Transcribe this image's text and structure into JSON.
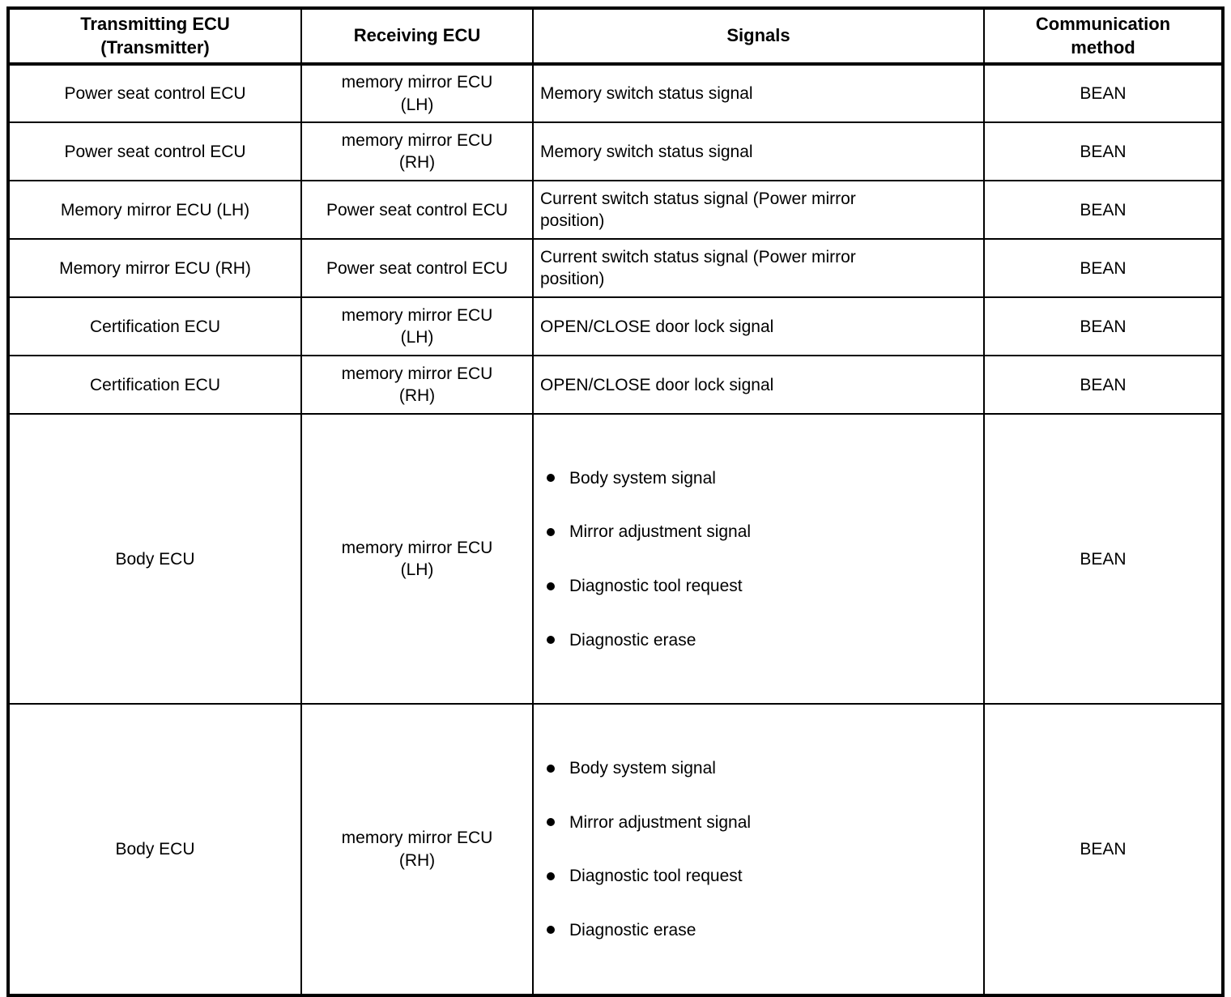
{
  "page": {
    "background": "#ffffff",
    "text_color": "#000000",
    "border_color": "#000000"
  },
  "table": {
    "headers": {
      "transmitting": "Transmitting ECU\n(Transmitter)",
      "receiving": "Receiving ECU",
      "signals": "Signals",
      "method": "Communication\nmethod"
    },
    "rows": [
      {
        "transmitting": "Power seat control ECU",
        "receiving": "memory mirror ECU\n(LH)",
        "signals": "Memory switch status signal",
        "method": "BEAN"
      },
      {
        "transmitting": "Power seat control ECU",
        "receiving": "memory mirror ECU\n(RH)",
        "signals": "Memory switch status signal",
        "method": "BEAN"
      },
      {
        "transmitting": "Memory mirror ECU (LH)",
        "receiving": "Power seat control ECU",
        "signals": "Current switch status signal (Power mirror\nposition)",
        "method": "BEAN"
      },
      {
        "transmitting": "Memory mirror ECU (RH)",
        "receiving": "Power seat control ECU",
        "signals": "Current switch status signal (Power mirror\nposition)",
        "method": "BEAN"
      },
      {
        "transmitting": "Certification ECU",
        "receiving": "memory mirror ECU\n(LH)",
        "signals": "OPEN/CLOSE door lock signal",
        "method": "BEAN"
      },
      {
        "transmitting": "Certification ECU",
        "receiving": "memory mirror ECU\n(RH)",
        "signals": "OPEN/CLOSE door lock signal",
        "method": "BEAN"
      },
      {
        "transmitting": "Body ECU",
        "receiving": "memory mirror ECU\n(LH)",
        "signals": [
          "Body system signal",
          "Mirror adjustment signal",
          "Diagnostic tool request",
          "Diagnostic erase"
        ],
        "method": "BEAN"
      },
      {
        "transmitting": "Body ECU",
        "receiving": "memory mirror ECU\n(RH)",
        "signals": [
          "Body system signal",
          "Mirror adjustment signal",
          "Diagnostic tool request",
          "Diagnostic erase"
        ],
        "method": "BEAN"
      }
    ]
  }
}
